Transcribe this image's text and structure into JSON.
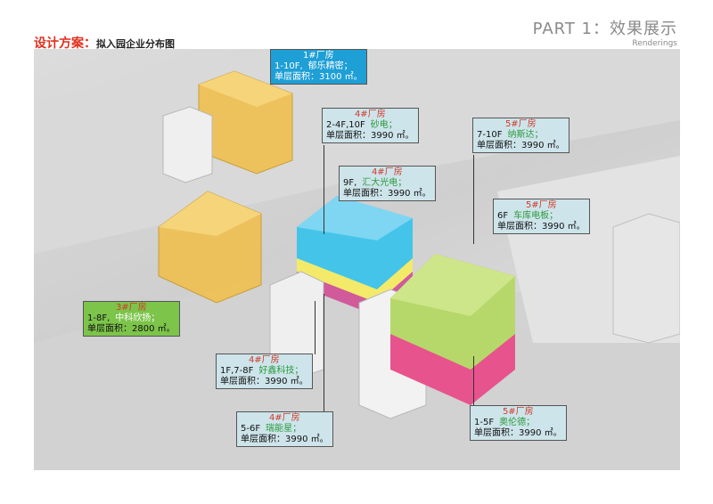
{
  "header": {
    "title_main": "设计方案：",
    "title_sub": "拟入园企业分布图",
    "part_title": "PART 1：效果展示",
    "part_sub": "Renderings"
  },
  "colors": {
    "title_red": "#e0301e",
    "label_bg": "#cde4ea",
    "label_blue": "#1e9fd6",
    "label_green": "#7cc44a",
    "building_yellow": "#f0c050",
    "building_blue": "#45c4ea",
    "building_green": "#b6d86a",
    "building_pink": "#e7538d"
  },
  "labels": [
    {
      "id": "b1",
      "head": "1#厂房",
      "floors": "1-10F,",
      "company": "郁乐精密；",
      "area": "单层面积：3100 ㎡。"
    },
    {
      "id": "b4a",
      "head": "4#厂房",
      "floors": "2-4F,10F",
      "company": "砂电；",
      "area": "单层面积：3990 ㎡。"
    },
    {
      "id": "b5a",
      "head": "5#厂房",
      "floors": "7-10F",
      "company": "纳斯达；",
      "area": "单层面积：3990 ㎡。"
    },
    {
      "id": "b4b",
      "head": "4#厂房",
      "floors": "9F,",
      "company": "汇大光电；",
      "area": "单层面积：3990 ㎡。"
    },
    {
      "id": "b5b",
      "head": "5#厂房",
      "floors": "6F",
      "company": "车库电板；",
      "area": "单层面积：3990 ㎡。"
    },
    {
      "id": "b3",
      "head": "3#厂房",
      "floors": "1-8F,",
      "company": "中科欣扬；",
      "area": "单层面积：2800 ㎡。"
    },
    {
      "id": "b4c",
      "head": "4#厂房",
      "floors": "1F,7-8F",
      "company": "好鑫科技；",
      "area": "单层面积：3990 ㎡。"
    },
    {
      "id": "b4d",
      "head": "4#厂房",
      "floors": "5-6F",
      "company": "瑞能星；",
      "area": "单层面积：3990 ㎡。"
    },
    {
      "id": "b5c",
      "head": "5#厂房",
      "floors": "1-5F",
      "company": "奥伦德；",
      "area": "单层面积：3990 ㎡。"
    }
  ]
}
